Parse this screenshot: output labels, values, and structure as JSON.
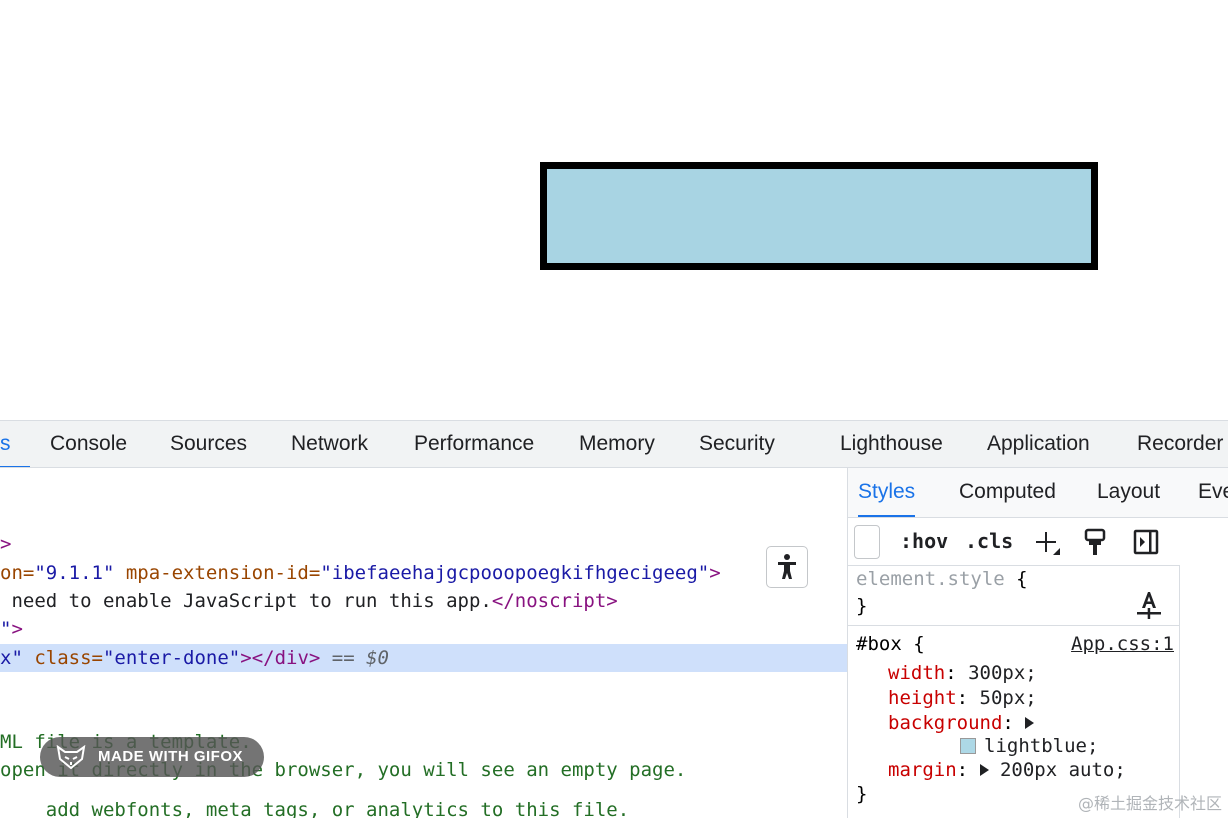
{
  "devtools": {
    "tabs": [
      "s",
      "Console",
      "Sources",
      "Network",
      "Performance",
      "Memory",
      "Security",
      "Lighthouse",
      "Application",
      "Recorder"
    ],
    "active_tab": "s"
  },
  "elements": {
    "lines": {
      "l0": {
        "tag": ">"
      },
      "l1": {
        "a1": "on=",
        "v1": "\"9.1.1\"",
        "a2": " mpa-extension-id=",
        "v2": "\"ibefaeehajgcpooopoegkifhgecigeeg\"",
        "t": ">"
      },
      "l2": {
        "txt": " need to enable JavaScript to run this app.",
        "t": "</noscript>"
      },
      "l3": {
        "v": "\"",
        "t": ">"
      },
      "l4": {
        "v0": "x\"",
        "a1": " class=",
        "v1": "\"enter-done\"",
        "t": "></div>",
        "eq": " == ",
        "d": "$0"
      },
      "l5": {
        "c": "ML file is a template."
      },
      "l6": {
        "c": "open it directly in the browser, you will see an empty page."
      },
      "l7": {
        "c": "    add webfonts, meta tags, or analytics to this file."
      }
    },
    "a11y_icon": "accessibility-icon"
  },
  "styles_pane": {
    "subtabs": [
      "Styles",
      "Computed",
      "Layout",
      "Eve"
    ],
    "active_subtab": "Styles",
    "toolbar": {
      "hov": ":hov",
      "cls": ".cls",
      "icons": [
        "plus-icon",
        "paint-brush-icon",
        "toggle-sidebar-icon"
      ]
    },
    "element_style": {
      "selector": "element.style",
      "open": " {",
      "close": "}"
    },
    "rule": {
      "selector": "#box",
      "open": " {",
      "source": "App.css:1",
      "decls": {
        "width": {
          "prop": "width",
          "value": " 300px;"
        },
        "height": {
          "prop": "height",
          "value": " 50px;"
        },
        "background": {
          "prop": "background",
          "value": "lightblue;"
        },
        "margin": {
          "prop": "margin",
          "value": "200px auto;"
        }
      },
      "close": "}"
    },
    "swatch_color": "#add8e6"
  },
  "page": {
    "box_color": "#a8d4e3"
  },
  "overlay": {
    "gifox": "MADE WITH GIFOX",
    "watermark": "@稀土掘金技术社区"
  }
}
